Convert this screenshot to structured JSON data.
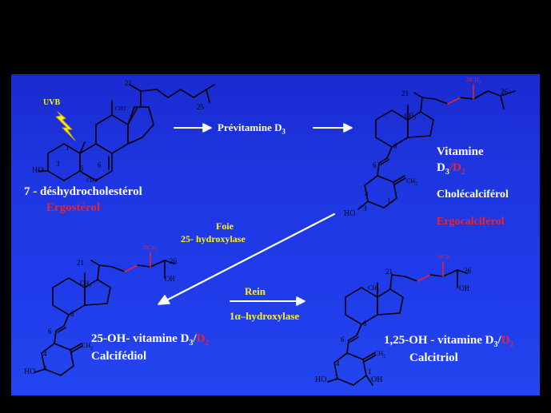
{
  "uvb": "UVB",
  "m1": {
    "name": "7 - déshydrocholestérol",
    "alt": "Ergostérol",
    "atoms": {
      "n21": "21",
      "n25": "25",
      "ch3a": "CH3",
      "ch3b": "CH3",
      "n1": "1",
      "n3": "3",
      "n5": "5",
      "n6": "6",
      "ho": "HO"
    }
  },
  "arrow1": "Prévitamine D",
  "arrow1_sub": "3",
  "m2": {
    "line1": "Vitamine",
    "line2_pre": "D",
    "sub3": "3",
    "slash": "/",
    "d2": "D",
    "sub2": "2",
    "name_d3": "Cholécalciférol",
    "name_d2": "Ergocalciférol",
    "atoms": {
      "n21": "21",
      "n28": "28CH",
      "n28s": "3",
      "n26": "26",
      "ch3": "CH",
      "ch3s": "3",
      "n8": "8",
      "n6": "6",
      "n4": "4",
      "n1": "1",
      "n3": "3",
      "ho": "HO",
      "ch2": "CH",
      "ch2s": "2"
    }
  },
  "arrow2": {
    "l1": "Foie",
    "l2": "25- hydroxylase"
  },
  "m3": {
    "name_pre": "25-OH- vitamine D",
    "sub3": "3",
    "slash": "/",
    "d2": "D",
    "sub2": "2",
    "name2": "Calcifédiol",
    "atoms": {
      "n21": "21",
      "n28": "28CH",
      "n28s": "3",
      "n26": "26",
      "oh": "OH",
      "ch3": "CH",
      "ch3s": "3",
      "n8": "8",
      "n6": "6",
      "n4": "4",
      "n3": "3",
      "ho": "HO",
      "ch2": "CH",
      "ch2s": "2"
    }
  },
  "arrow3": {
    "l1": "Rein",
    "l2": "1α–hydroxylase"
  },
  "m4": {
    "name_pre": "1,25-OH - vitamine D",
    "sub3": "3",
    "slash": "/",
    "d2": "D",
    "sub2": "2",
    "name2": "Calcitriol",
    "atoms": {
      "n21": "21",
      "n28": "28CH",
      "n28s": "3",
      "n26": "26",
      "oh": "OH",
      "ch3": "CH",
      "ch3s": "3",
      "n8": "8",
      "n6": "6",
      "n4": "4",
      "n3": "3",
      "n1": "1",
      "ho": "HO",
      "oh1": "OH",
      "ch2": "CH",
      "ch2s": "2"
    }
  }
}
